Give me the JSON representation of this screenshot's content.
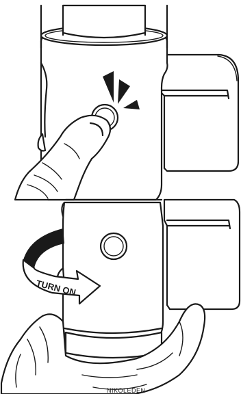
{
  "panel_top": {
    "icons": [
      "handle-tube",
      "power-button",
      "grip-module",
      "finger",
      "press-burst"
    ]
  },
  "panel_bottom": {
    "icons": [
      "handle-tube",
      "power-button",
      "grip-module",
      "hand",
      "rotation-arrow"
    ],
    "rotate_label": "TURN ON"
  },
  "watermark": "NIKOLEDEN",
  "colors": {
    "line": "#1a1a1a",
    "background": "#ffffff"
  }
}
